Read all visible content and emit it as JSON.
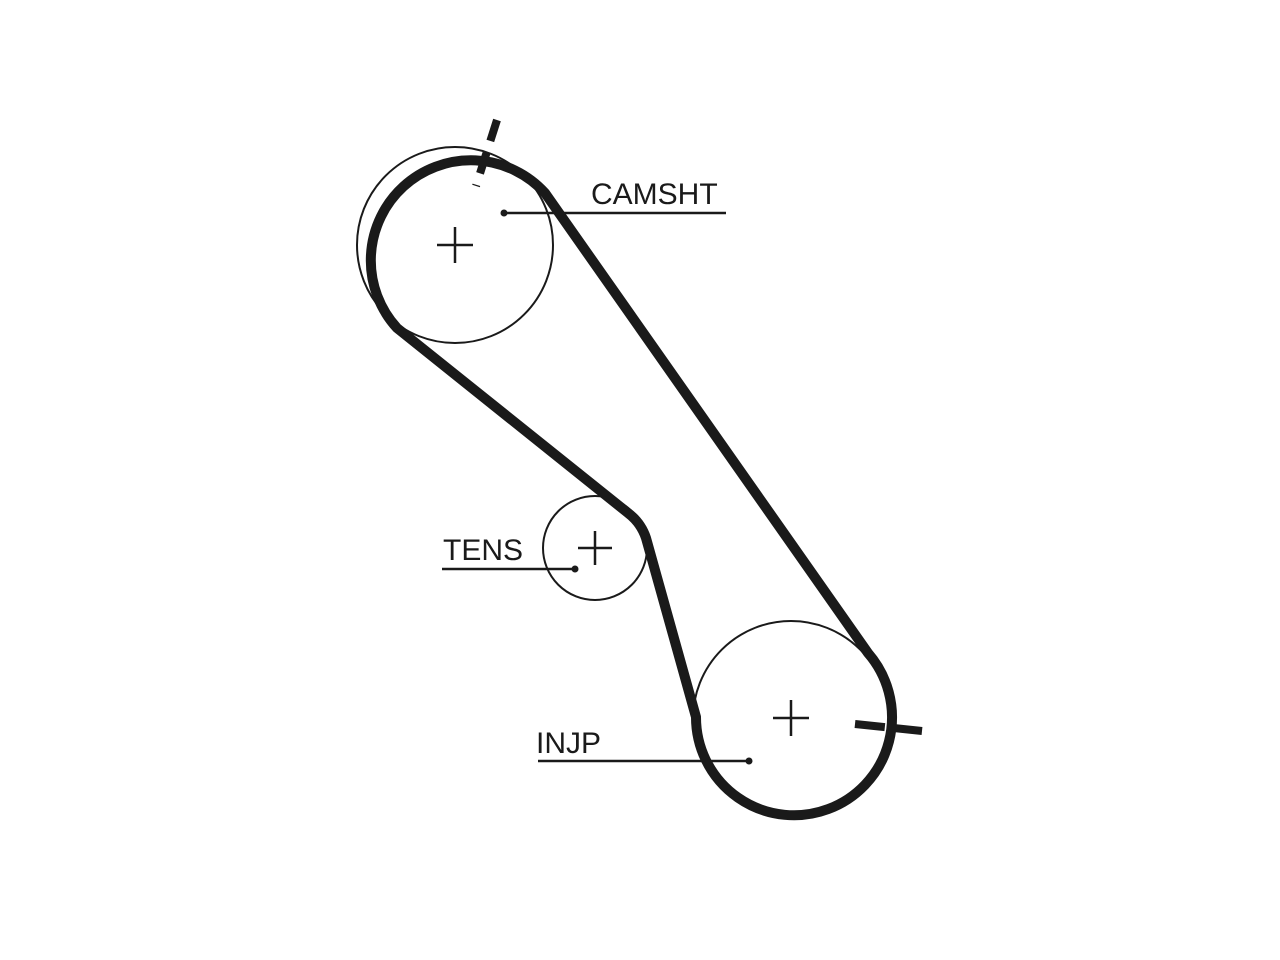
{
  "labels": {
    "camshaft": "CAMSHT",
    "tensioner": "TENS",
    "injection_pump": "INJP"
  }
}
